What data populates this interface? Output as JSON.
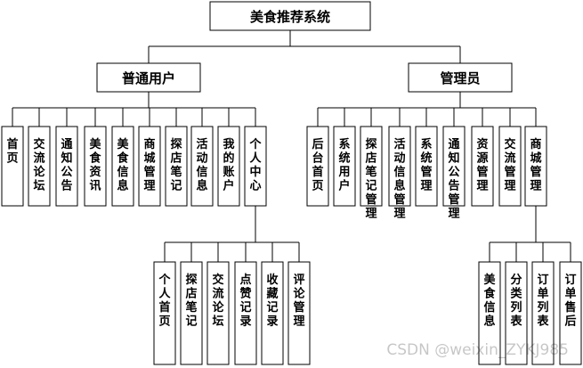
{
  "diagram": {
    "root": "美食推荐系统",
    "groups": [
      {
        "label": "普通用户",
        "children": [
          "首页",
          "交流论坛",
          "通知公告",
          "美食资讯",
          "美食信息",
          "商城管理",
          "探店笔记",
          "活动信息",
          "我的账户",
          "个人中心"
        ]
      },
      {
        "label": "管理员",
        "children": [
          "后台首页",
          "系统用户",
          "探店笔记管理",
          "活动信息管理",
          "系统管理",
          "通知公告管理",
          "资源管理",
          "交流管理",
          "商城管理"
        ]
      }
    ],
    "subgroups": [
      {
        "parent": "个人中心",
        "children": [
          "个人首页",
          "探店笔记",
          "交流论坛",
          "点赞记录",
          "收藏记录",
          "评论管理"
        ]
      },
      {
        "parent": "商城管理",
        "children": [
          "美食信息",
          "分类列表",
          "订单列表",
          "订单售后"
        ]
      }
    ]
  },
  "watermark": "CSDN @weixin_ZYKJ985"
}
